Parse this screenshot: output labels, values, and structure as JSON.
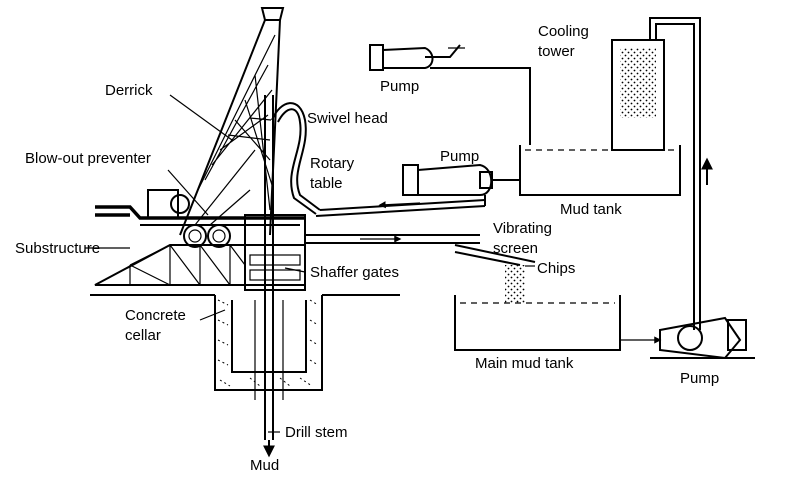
{
  "labels": {
    "derrick": "Derrick",
    "swivel_head": "Swivel head",
    "blowout_preventer": "Blow-out preventer",
    "rotary_table_1": "Rotary",
    "rotary_table_2": "table",
    "substructure": "Substructure",
    "shaffer_gates": "Shaffer gates",
    "concrete_cellar_1": "Concrete",
    "concrete_cellar_2": "cellar",
    "drill_stem": "Drill stem",
    "mud": "Mud",
    "pump_top": "Pump",
    "pump_middle": "Pump",
    "pump_bottom": "Pump",
    "cooling_tower_1": "Cooling",
    "cooling_tower_2": "tower",
    "mud_tank": "Mud tank",
    "vibrating_screen_1": "Vibrating",
    "vibrating_screen_2": "screen",
    "chips": "Chips",
    "main_mud_tank": "Main mud tank"
  }
}
